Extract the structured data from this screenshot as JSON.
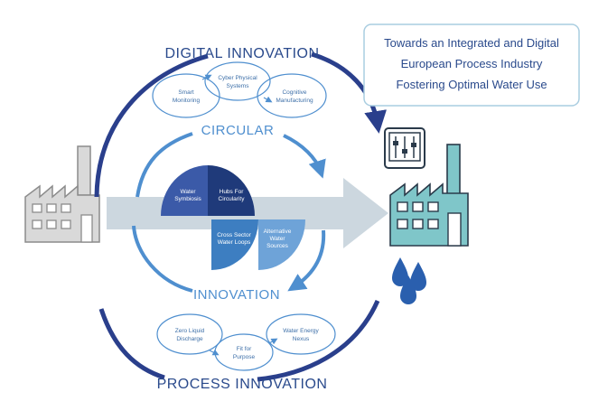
{
  "title_box": {
    "line1": "Towards an Integrated and Digital",
    "line2": "European Process Industry",
    "line3": "Fostering Optimal Water Use"
  },
  "digital": {
    "heading": "DIGITAL INNOVATION",
    "smart": [
      "Smart",
      "Monitoring"
    ],
    "cyber": [
      "Cyber Physical",
      "Systems"
    ],
    "cognitive": [
      "Cognitive",
      "Manufacturing"
    ]
  },
  "circular": {
    "top": "CIRCULAR",
    "bottom": "INNOVATION",
    "q1": [
      "Water",
      "Symbiosis"
    ],
    "q2": [
      "Hubs For",
      "Circularity"
    ],
    "q3": [
      "Cross Sector",
      "Water Loops"
    ],
    "q4": [
      "Alternative",
      "Water",
      "Sources"
    ]
  },
  "process": {
    "heading": "PROCESS INNOVATION",
    "zld": [
      "Zero Liquid",
      "Discharge"
    ],
    "fit": [
      "Fit for",
      "Purpose"
    ],
    "nexus": [
      "Water Energy",
      "Nexus"
    ]
  },
  "colors": {
    "navy": "#2a3f8c",
    "mid_blue": "#3c7ec0",
    "light_blue": "#6ea3d8",
    "teal_factory": "#7fc6c9",
    "gray_factory": "#d9d9d9",
    "arrow_gray": "#ccd7df",
    "text_blue": "#2a4a8c"
  },
  "icons": [
    "factory-icon-gray",
    "factory-icon-teal",
    "control-panel-icon",
    "water-drops-icon"
  ]
}
